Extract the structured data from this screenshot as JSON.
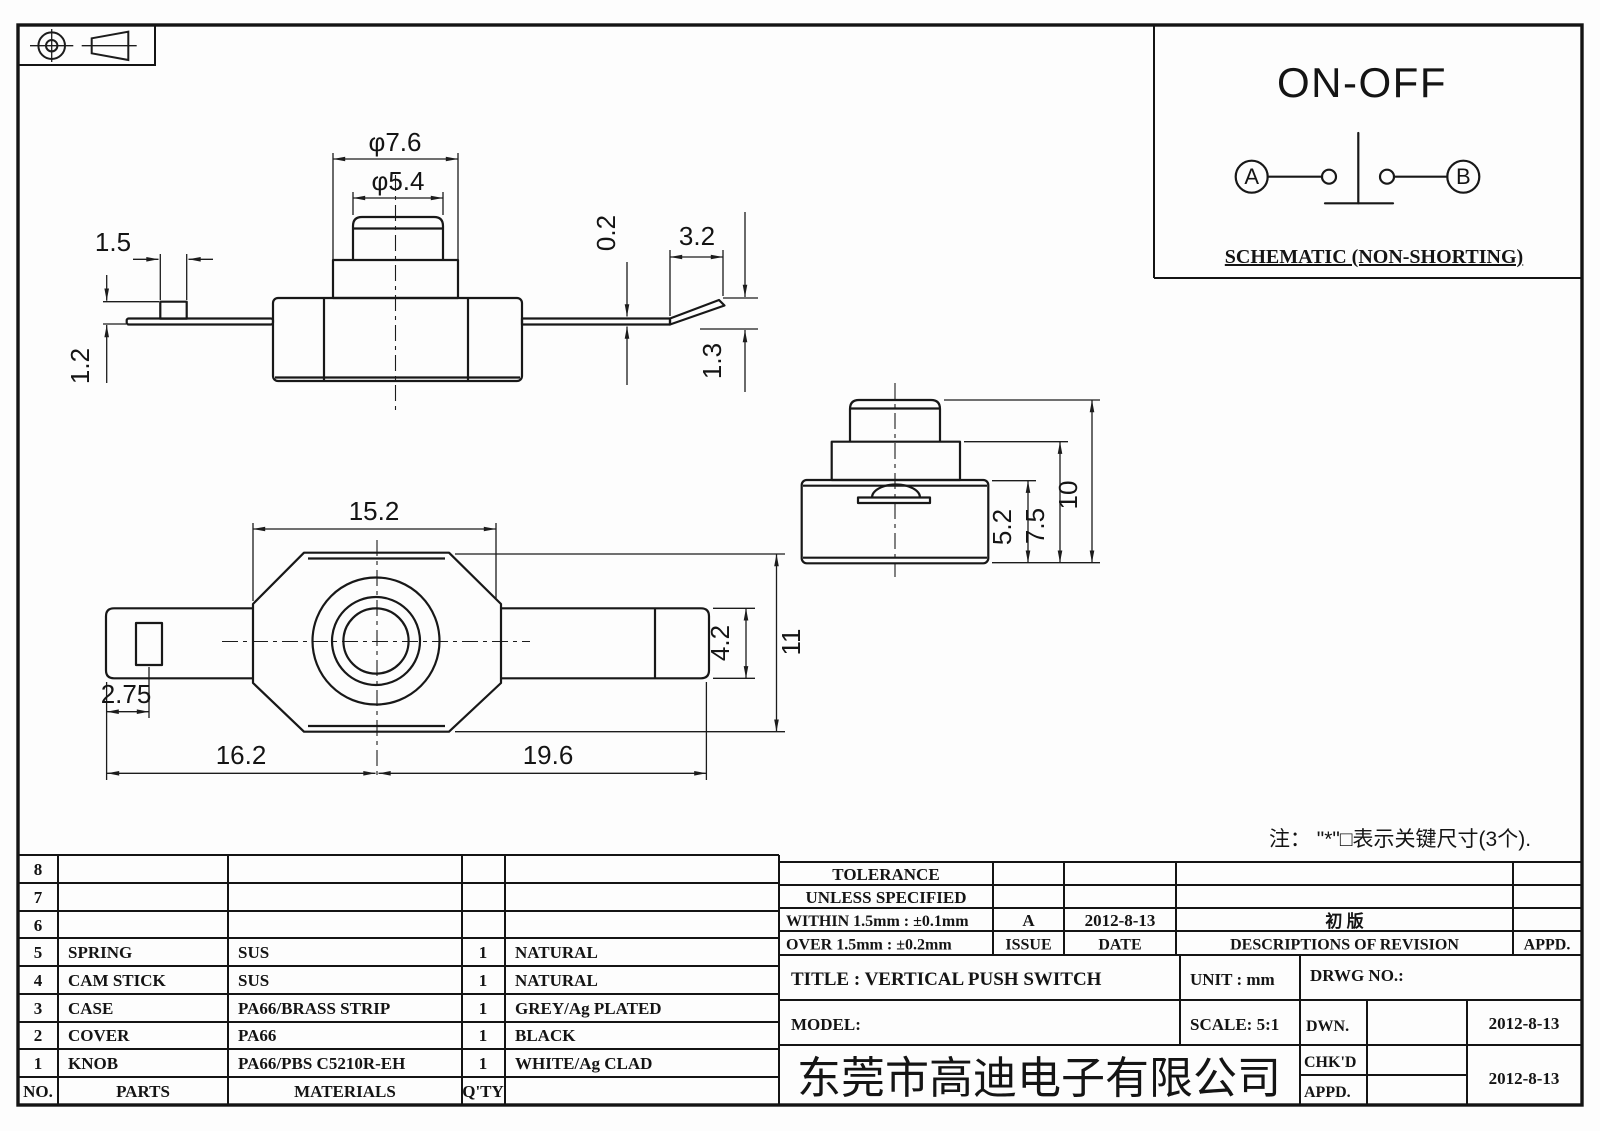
{
  "drawing": {
    "schematic": {
      "title": "ON-OFF",
      "terminal_a": "A",
      "terminal_b": "B",
      "caption": "SCHEMATIC (NON-SHORTING)"
    },
    "front_view_dims": {
      "knob_base_dia": "φ7.6",
      "knob_top_dia": "φ5.4",
      "tab_width": "1.5",
      "tab_drop": "1.2",
      "terminal_thickness": "0.2",
      "bend_run": "3.2",
      "bend_rise": "1.3"
    },
    "side_view_dims": {
      "case_height": "5.2",
      "cover_height": "7.5",
      "overall_height": "10"
    },
    "bottom_view_dims": {
      "body_width": "15.2",
      "hole_offset": "2.75",
      "left_terminal_span": "16.2",
      "right_terminal_span": "19.6",
      "terminal_width": "4.2",
      "body_depth": "11"
    },
    "note": "注： \"*\"□表示关键尺寸(3个)."
  },
  "parts_table": {
    "rows": [
      {
        "no": "8",
        "parts": "",
        "materials": "",
        "qty": "",
        "remark": ""
      },
      {
        "no": "7",
        "parts": "",
        "materials": "",
        "qty": "",
        "remark": ""
      },
      {
        "no": "6",
        "parts": "",
        "materials": "",
        "qty": "",
        "remark": ""
      },
      {
        "no": "5",
        "parts": "SPRING",
        "materials": "SUS",
        "qty": "1",
        "remark": "NATURAL"
      },
      {
        "no": "4",
        "parts": "CAM STICK",
        "materials": "SUS",
        "qty": "1",
        "remark": "NATURAL"
      },
      {
        "no": "3",
        "parts": "CASE",
        "materials": "PA66/BRASS STRIP",
        "qty": "1",
        "remark": "GREY/Ag PLATED"
      },
      {
        "no": "2",
        "parts": "COVER",
        "materials": "PA66",
        "qty": "1",
        "remark": "BLACK"
      },
      {
        "no": "1",
        "parts": "KNOB",
        "materials": "PA66/PBS C5210R-EH",
        "qty": "1",
        "remark": "WHITE/Ag CLAD"
      }
    ],
    "footer": {
      "no": "NO.",
      "parts": "PARTS",
      "materials": "MATERIALS",
      "qty": "Q'TY",
      "remark": ""
    }
  },
  "revision_table": {
    "tolerance_line1": "TOLERANCE",
    "tolerance_line2": "UNLESS  SPECIFIED",
    "within": "WITHIN 1.5mm : ±0.1mm",
    "over": "OVER 1.5mm : ±0.2mm",
    "issue_value": "A",
    "date_value": "2012-8-13",
    "description_value": "初 版",
    "issue_label": "ISSUE",
    "date_label": "DATE",
    "description_label": "DESCRIPTIONS OF REVISION",
    "appd_label": "APPD."
  },
  "title_block": {
    "title": "TITLE :  VERTICAL PUSH SWITCH",
    "unit": "UNIT :  mm",
    "drwg_no": "DRWG NO.:",
    "model": "MODEL:",
    "scale": "SCALE:  5:1",
    "dwn_label": "DWN.",
    "dwn_date": "2012-8-13",
    "chkd_label": "CHK'D",
    "chkd_date": "2012-8-13",
    "appd_label": "APPD.",
    "company": "东莞市高迪电子有限公司",
    "company_color": "#ee0000"
  }
}
